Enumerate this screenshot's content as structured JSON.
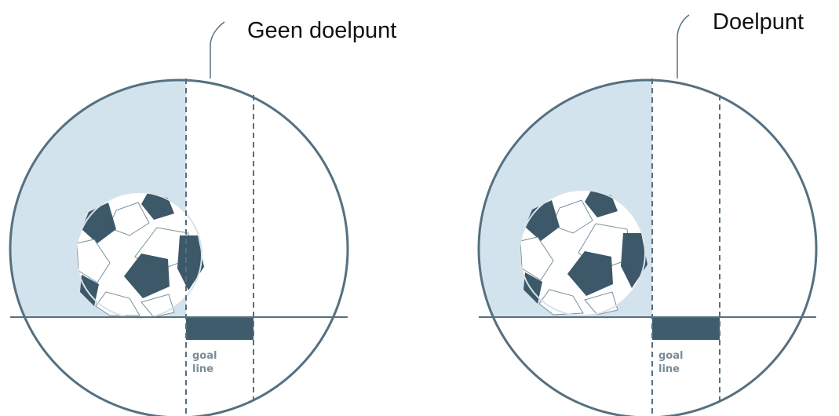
{
  "panels": [
    {
      "caption": "Geen doelpunt",
      "goal_label_line1": "goal",
      "goal_label_line2": "line"
    },
    {
      "caption": "Doelpunt",
      "goal_label_line1": "goal",
      "goal_label_line2": "line"
    }
  ],
  "colors": {
    "outline": "#557080",
    "shaded_zone": "#d3e3ee",
    "goal_bar": "#3f5c6c",
    "ball_patch": "#3c5869",
    "caption_text": "#111111"
  }
}
